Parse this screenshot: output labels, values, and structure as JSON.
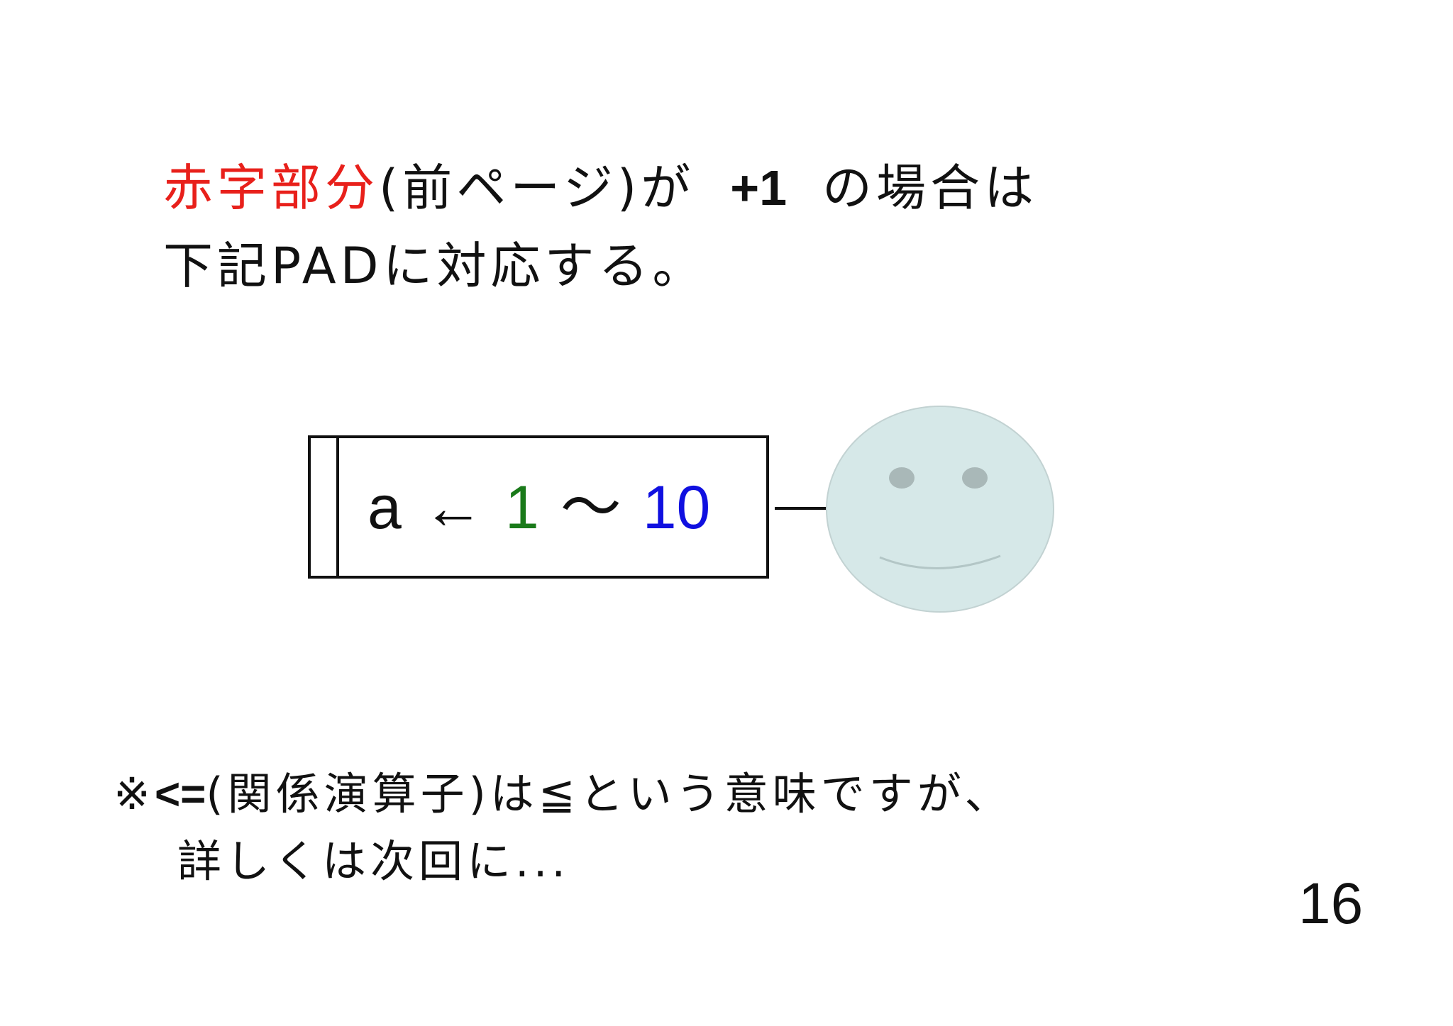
{
  "heading": {
    "red_text": "赤字部分",
    "paren_text": "(前ページ)が",
    "plus_value": "+1",
    "tail_text": "の場合は",
    "line2": "下記PADに対応する。"
  },
  "pad": {
    "variable": "a",
    "arrow": "←",
    "start": "1",
    "tilde": "〜",
    "end": "10",
    "colors": {
      "start": "#1a7a1a",
      "end": "#1010e0"
    }
  },
  "face": {
    "fill": "#d6e8e8",
    "eye_color": "#a9b8b8",
    "icon": "smiley-face-icon"
  },
  "note": {
    "mark": "※",
    "operator": "<=",
    "text": "(関係演算子)は≦という意味ですが、",
    "line2": "詳しくは次回に..."
  },
  "page_number": "16"
}
